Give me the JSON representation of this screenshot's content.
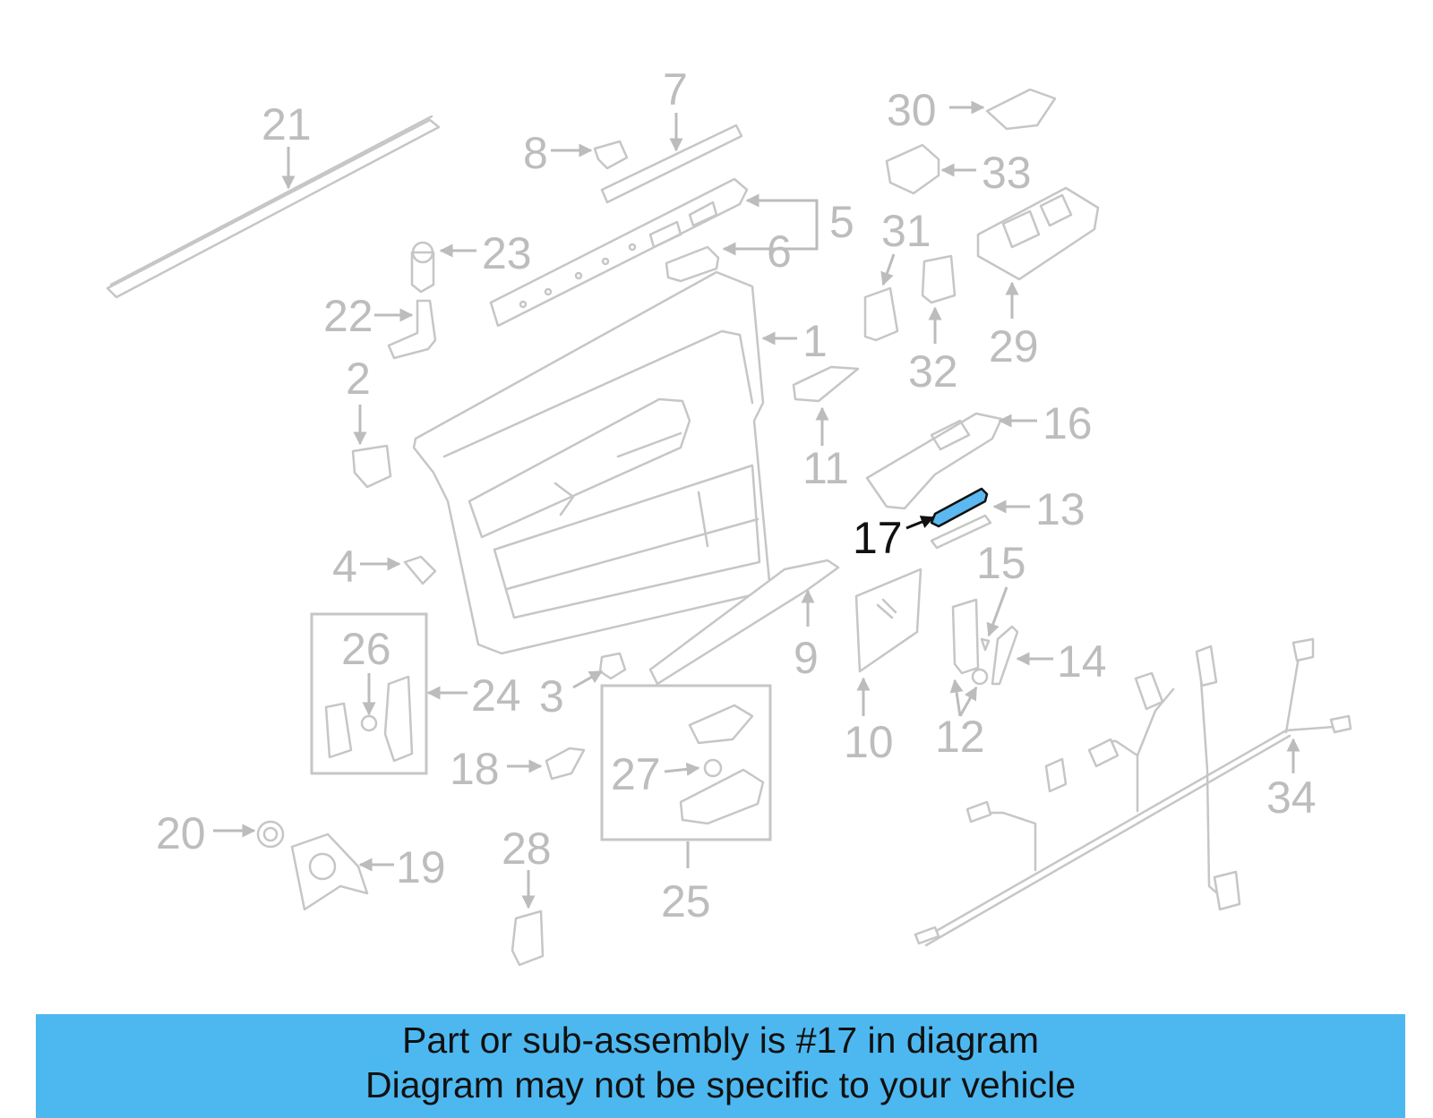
{
  "diagram": {
    "labels": {
      "l1": "1",
      "l2": "2",
      "l3": "3",
      "l4": "4",
      "l5": "5",
      "l6": "6",
      "l7": "7",
      "l8": "8",
      "l9": "9",
      "l10": "10",
      "l11": "11",
      "l12": "12",
      "l13": "13",
      "l14": "14",
      "l15": "15",
      "l16": "16",
      "l17": "17",
      "l18": "18",
      "l19": "19",
      "l20": "20",
      "l21": "21",
      "l22": "22",
      "l23": "23",
      "l24": "24",
      "l25": "25",
      "l26": "26",
      "l27": "27",
      "l28": "28",
      "l29": "29",
      "l30": "30",
      "l31": "31",
      "l32": "32",
      "l33": "33",
      "l34": "34"
    },
    "highlighted_part": "17",
    "highlight_color": "#5bb8f0"
  },
  "banner": {
    "line1": "Part or sub-assembly is #17 in diagram",
    "line2": "Diagram may not be specific to your vehicle",
    "background": "#4db8f0"
  }
}
